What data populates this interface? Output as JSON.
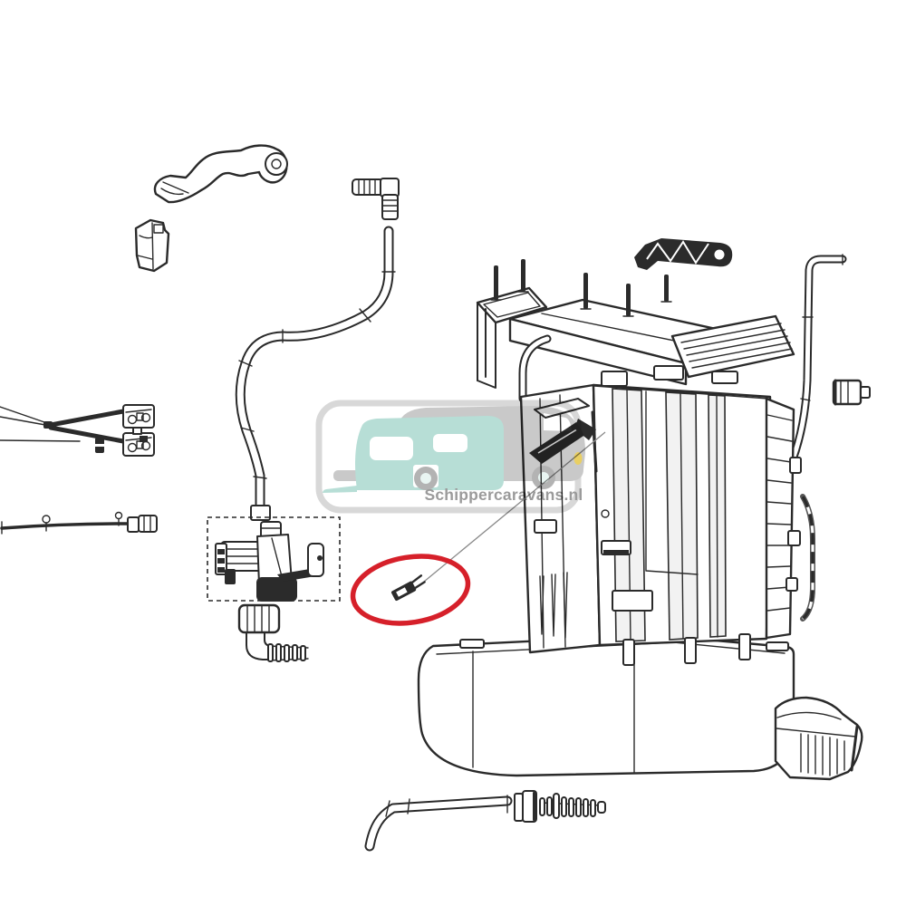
{
  "watermark": {
    "text": "Schippercaravans.nl"
  },
  "colors": {
    "background": "#ffffff",
    "line": "#2a2a2a",
    "dark": "#2b2b2b",
    "highlight-red": "#d6202a",
    "leader": "#8a8a8a",
    "wm-border": "#d8d8d8",
    "wm-caravan": "#b7ded6",
    "wm-gray": "#c9c9c9",
    "wm-wheel": "#b3b3b3",
    "wm-hub": "#e9f5f2",
    "wm-yellow": "#e9cf63",
    "wm-text": "#9b9b9b"
  },
  "parts": [
    {
      "name": "flush-lever-icon"
    },
    {
      "name": "retaining-clip-icon"
    },
    {
      "name": "elbow-hose-connector-icon"
    },
    {
      "name": "water-fill-tube-icon"
    },
    {
      "name": "valve-kit-dashed-box"
    },
    {
      "name": "water-valve-icon"
    },
    {
      "name": "valve-bracket-icon"
    },
    {
      "name": "swivel-nut-icon"
    },
    {
      "name": "elbow-barb-fitting-icon"
    },
    {
      "name": "wiring-harness-icon"
    },
    {
      "name": "sensor-cable-icon"
    },
    {
      "name": "mounting-frame-icon"
    },
    {
      "name": "mechanism-cover-icon"
    },
    {
      "name": "cover-screws-icon"
    },
    {
      "name": "ratchet-lever-icon"
    },
    {
      "name": "mechanism-housing-icon"
    },
    {
      "name": "waste-holding-pan-icon"
    },
    {
      "name": "pump-outlet-icon"
    },
    {
      "name": "vent-tube-icon"
    },
    {
      "name": "plug-connector-icon"
    },
    {
      "name": "marked-hose-icon"
    },
    {
      "name": "discharge-tube-icon"
    },
    {
      "name": "tube-nut-icon"
    },
    {
      "name": "barbed-coupling-icon"
    },
    {
      "name": "highlighted-pin-part-icon"
    },
    {
      "name": "highlight-ellipse"
    },
    {
      "name": "leader-line"
    }
  ]
}
